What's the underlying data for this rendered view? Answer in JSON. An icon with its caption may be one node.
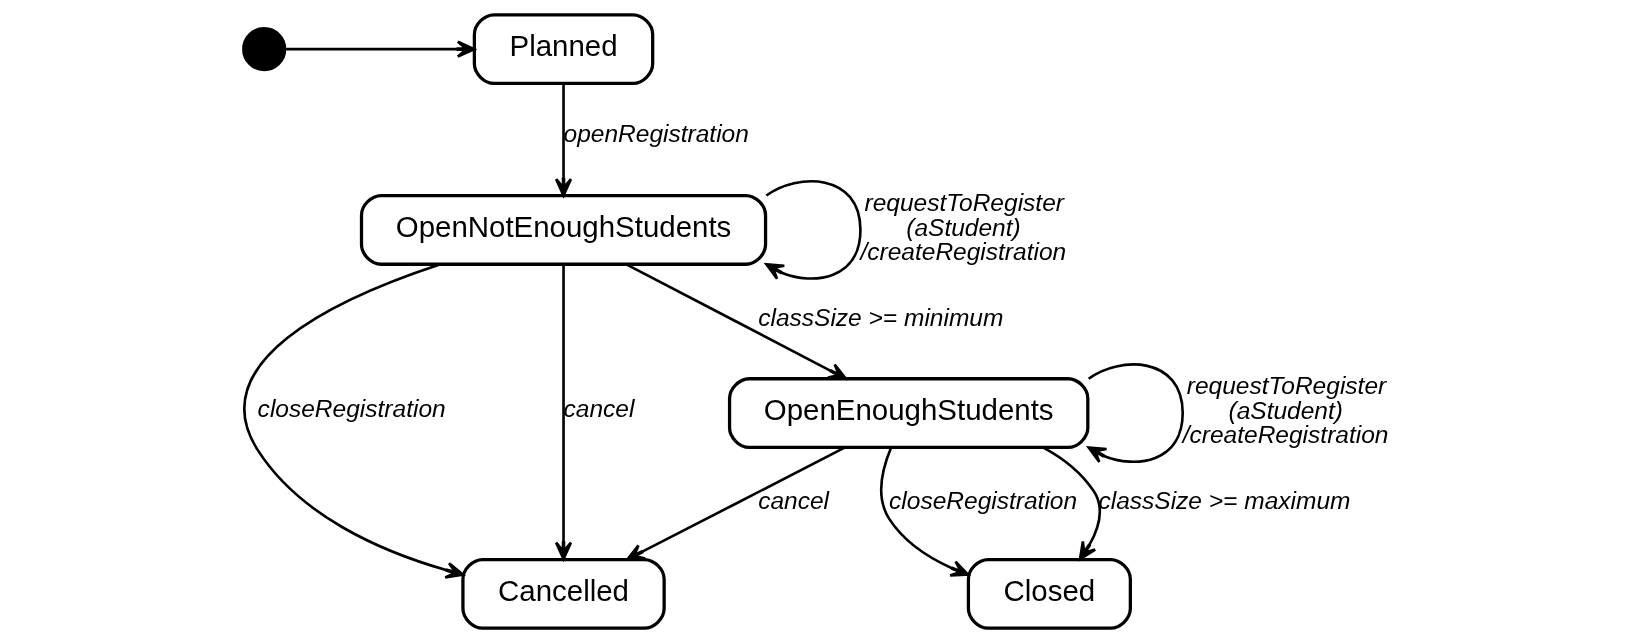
{
  "diagram": {
    "nodes": [
      {
        "text": [],
        "shape": "circle"
      },
      {
        "text": [
          "Planned"
        ]
      },
      {
        "text": [
          "OpenNotEnoughStudents"
        ]
      },
      {
        "text": [
          "Cancelled"
        ]
      },
      {
        "text": [
          "OpenEnoughStudents"
        ]
      },
      {
        "text": [
          "Closed"
        ]
      }
    ],
    "edges": [
      {
        "from": 0,
        "to": 1,
        "arrow": "to"
      },
      {
        "from": 1,
        "to": 2,
        "arrow": "to",
        "label": "openRegistration"
      },
      {
        "from": 2,
        "to": 3,
        "arrow": "to",
        "label": "closeRegistration"
      },
      {
        "from": 2,
        "to": 3,
        "arrow": "to",
        "label": "cancel"
      },
      {
        "from": 2,
        "to": 2,
        "arrow": "to",
        "label": "requestToRegister (aStudent) /createRegistration"
      },
      {
        "from": 2,
        "to": 4,
        "arrow": "to",
        "label": "classSize >= minimum"
      },
      {
        "from": 4,
        "to": 3,
        "arrow": "to",
        "label": "cancel"
      },
      {
        "from": 4,
        "to": 5,
        "arrow": "to",
        "label": "closeRegistration"
      },
      {
        "from": 4,
        "to": 5,
        "arrow": "to",
        "label": "classSize >= maximum"
      },
      {
        "from": 4,
        "to": 4,
        "arrow": "to",
        "label": "requestToRegister (aStudent) /createRegistration"
      }
    ]
  }
}
